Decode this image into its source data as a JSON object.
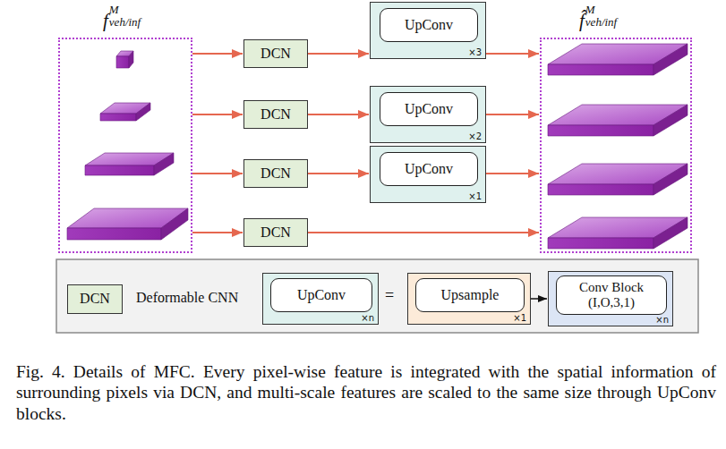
{
  "diagram": {
    "caption": "Fig. 4. Details of MFC. Every pixel-wise feature is integrated with the spatial information of surrounding pixels via DCN, and multi-scale features are scaled to the same size through UpConv blocks.",
    "nodes": [
      {
        "text": [
          "f",
          "M",
          "veh/inf"
        ]
      },
      {
        "text": [
          "DCN"
        ]
      },
      {
        "text": [
          "DCN"
        ]
      },
      {
        "text": [
          "DCN"
        ]
      },
      {
        "text": [
          "DCN"
        ]
      },
      {
        "text": [
          "×3"
        ]
      },
      {
        "text": [
          "UpConv"
        ],
        "in": 5
      },
      {
        "text": [
          "×2"
        ]
      },
      {
        "text": [
          "UpConv"
        ],
        "in": 7
      },
      {
        "text": [
          "×1"
        ]
      },
      {
        "text": [
          "UpConv"
        ],
        "in": 9
      },
      {
        "text": [
          "f̂",
          "M",
          "veh/inf"
        ]
      },
      {
        "text": [
          "DCN"
        ]
      },
      {
        "text": [
          "×n"
        ]
      },
      {
        "text": [
          "UpConv"
        ],
        "in": 13
      },
      {
        "text": [
          "×1"
        ]
      },
      {
        "text": [
          "Upsample"
        ],
        "in": 15
      },
      {
        "text": [
          "×n"
        ]
      },
      {
        "text": [
          "Conv Block",
          "(I,O,3,1)"
        ],
        "in": 17
      }
    ],
    "edges": [
      {
        "from": 0,
        "to": 1,
        "arrow": "to"
      },
      {
        "from": 0,
        "to": 2,
        "arrow": "to"
      },
      {
        "from": 0,
        "to": 3,
        "arrow": "to"
      },
      {
        "from": 0,
        "to": 4,
        "arrow": "to"
      },
      {
        "from": 1,
        "to": 5,
        "arrow": "to"
      },
      {
        "from": 2,
        "to": 7,
        "arrow": "to"
      },
      {
        "from": 3,
        "to": 9,
        "arrow": "to"
      },
      {
        "from": 5,
        "to": 11,
        "arrow": "to"
      },
      {
        "from": 7,
        "to": 11,
        "arrow": "to"
      },
      {
        "from": 9,
        "to": 11,
        "arrow": "to"
      },
      {
        "from": 4,
        "to": 11,
        "arrow": "to"
      },
      {
        "from": 15,
        "to": 17,
        "arrow": "to"
      }
    ],
    "labels": [
      "Deformable CNN",
      "="
    ]
  }
}
